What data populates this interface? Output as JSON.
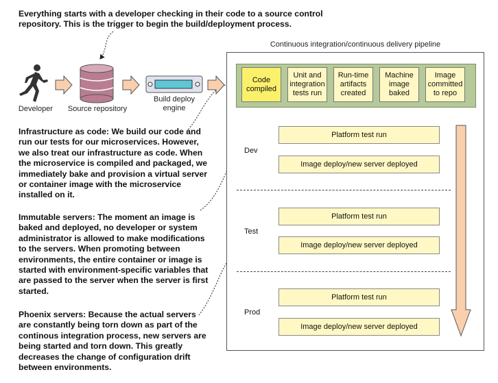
{
  "notes": {
    "trigger": "Everything starts with a developer checking in their code to a source control repository. This is the trigger to begin the build/deployment process.",
    "infrastructure": "Infrastructure as code: We build our code and run our tests for our microservices. However, we also treat our infrastructure as code. When the microservice is compiled and packaged, we immediately bake and provision a virtual server or container image with the microservice installed on it.",
    "immutable": "Immutable servers: The moment an image is baked and deployed, no developer or system administrator is allowed to make modifications to the servers. When promoting between environments, the entire container or image is started with environment-specific variables that are passed to the server when the server is first started.",
    "phoenix": "Phoenix servers: Because the actual servers are constantly being torn down as part of the continous integration process, new servers are being started and torn down. This greatly decreases the change of configuration drift between environments."
  },
  "actors": {
    "developer": "Developer",
    "repository": "Source repository",
    "build_engine": "Build deploy engine"
  },
  "pipeline": {
    "title": "Continuous integration/continuous delivery pipeline",
    "stages": [
      "Code compiled",
      "Unit and integration tests run",
      "Run-time artifacts created",
      "Machine image baked",
      "Image committed to repo"
    ]
  },
  "environments": [
    {
      "name": "Dev",
      "test_run": "Platform test run",
      "deploy": "Image deploy/new server deployed"
    },
    {
      "name": "Test",
      "test_run": "Platform test run",
      "deploy": "Image deploy/new server deployed"
    },
    {
      "name": "Prod",
      "test_run": "Platform test run",
      "deploy": "Image deploy/new server deployed"
    }
  ],
  "colors": {
    "stage_band": "#b5c99a",
    "stage_box": "#fff8c4",
    "stage_highlight": "#fbf06a",
    "env_box": "#fff8c4",
    "flow_arrow": "#f9cfae",
    "db_cylinder": "#b97d91"
  }
}
